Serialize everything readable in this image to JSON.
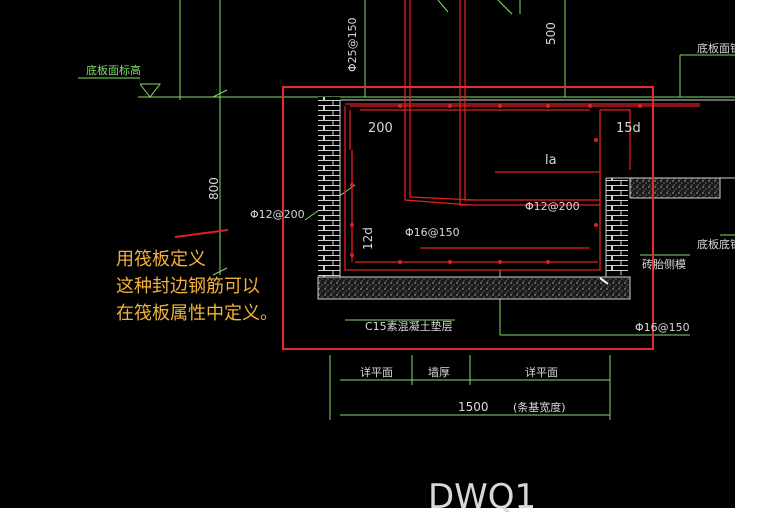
{
  "drawing": {
    "dims": {
      "h800": "800",
      "h500": "500",
      "w1500": "1500",
      "d200": "200",
      "d15d": "15d",
      "la": "la",
      "d12d": "12d"
    },
    "labels": {
      "slab_bottom_elev": "底板面标高",
      "slab_top_rebar": "底板面钢",
      "slab_bottom_rebar": "底板底钢",
      "brick_side_form": "砖胎侧模",
      "c15_cushion": "C15素混凝土垫层",
      "see_plan_left": "详平面",
      "wall_thickness": "墙厚",
      "see_plan_right": "详平面",
      "strip_width": "(条基宽度)",
      "drawing_code": "DWQ1"
    },
    "rebar": {
      "top_vertical": "Φ25@150",
      "left_side": "Φ12@200",
      "middle_left": "Φ16@150",
      "middle_right": "Φ12@200",
      "bottom_right": "Φ16@150"
    }
  },
  "annotation": {
    "lines": [
      "用筏板定义",
      "这种封边钢筋可以",
      "在筏板属性中定义。"
    ]
  },
  "colors": {
    "background": "#000000",
    "highlight_box": "#e52b2b",
    "rebar_red": "#e02020",
    "dimension_green": "#7fdc6a",
    "text_white": "#d8d8d8",
    "annotation_orange": "#f2b23a"
  }
}
